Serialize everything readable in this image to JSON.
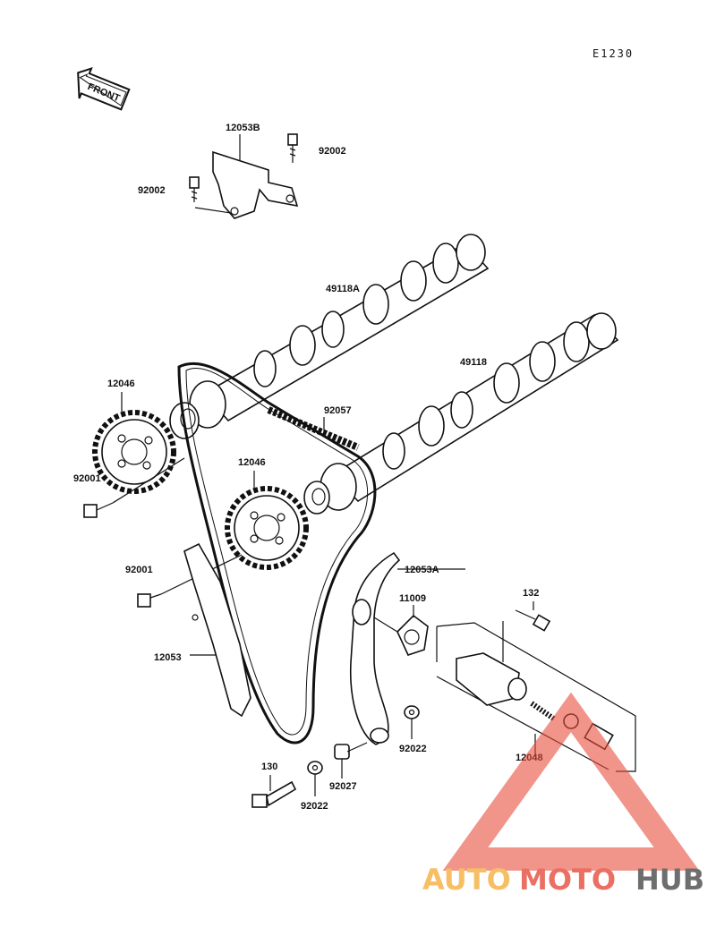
{
  "diagram_ref": "E1230",
  "front_arrow": "FRONT",
  "labels": {
    "p12053B": "12053B",
    "p92002_top": "92002",
    "p92002_left": "92002",
    "p49118A": "49118A",
    "p49118": "49118",
    "p12046_left": "12046",
    "p12046_mid": "12046",
    "p92057": "92057",
    "p92001_upper": "92001",
    "p92001_lower": "92001",
    "p12053A": "12053A",
    "p11009": "11009",
    "p132": "132",
    "p12053": "12053",
    "p92022_right": "92022",
    "p12048": "12048",
    "p130": "130",
    "p92027": "92027",
    "p92022_bottom": "92022"
  },
  "watermark": {
    "part1": "AUTO",
    "part2": "MOTO",
    "part3": "HUB",
    "color1": "#f5b041",
    "color2": "#e74c3c",
    "color3": "#4a4a4a"
  }
}
